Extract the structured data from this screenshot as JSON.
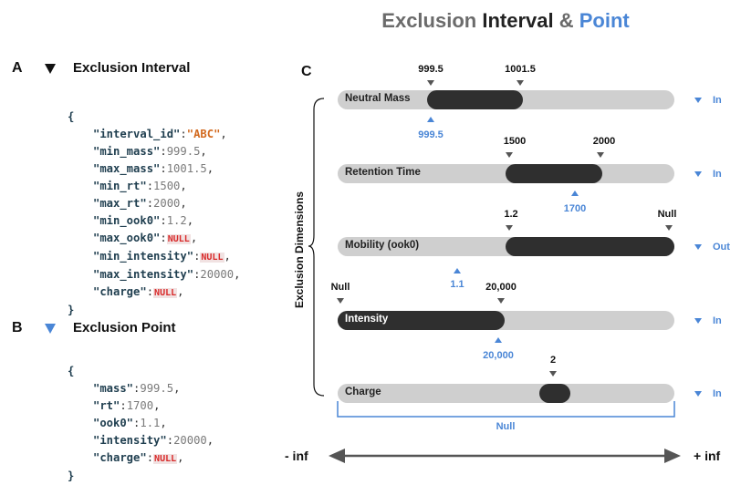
{
  "title": {
    "part1": "Exclusion ",
    "part2": "Interval",
    "part3": " & ",
    "part4": "Point"
  },
  "panel_a": {
    "letter": "A",
    "title": "Exclusion Interval",
    "open_brace": "{",
    "close_brace": "}",
    "lines": [
      {
        "key": "\"interval_id\"",
        "value": "\"ABC\"",
        "kind": "string"
      },
      {
        "key": "\"min_mass\"",
        "value": "999.5",
        "kind": "number"
      },
      {
        "key": "\"max_mass\"",
        "value": "1001.5",
        "kind": "number"
      },
      {
        "key": "\"min_rt\"",
        "value": "1500",
        "kind": "number"
      },
      {
        "key": "\"max_rt\"",
        "value": "2000",
        "kind": "number"
      },
      {
        "key": "\"min_ook0\"",
        "value": "1.2",
        "kind": "number"
      },
      {
        "key": "\"max_ook0\"",
        "value": "NULL",
        "kind": "null"
      },
      {
        "key": "\"min_intensity\"",
        "value": "NULL",
        "kind": "null"
      },
      {
        "key": "\"max_intensity\"",
        "value": "20000",
        "kind": "number"
      },
      {
        "key": "\"charge\"",
        "value": "NULL",
        "kind": "null"
      }
    ]
  },
  "panel_b": {
    "letter": "B",
    "title": "Exclusion Point",
    "open_brace": "{",
    "close_brace": "}",
    "lines": [
      {
        "key": "\"mass\"",
        "value": "999.5",
        "kind": "number"
      },
      {
        "key": "\"rt\"",
        "value": "1700",
        "kind": "number"
      },
      {
        "key": "\"ook0\"",
        "value": "1.1",
        "kind": "number"
      },
      {
        "key": "\"intensity\"",
        "value": "20000",
        "kind": "number"
      },
      {
        "key": "\"charge\"",
        "value": "NULL",
        "kind": "null"
      }
    ]
  },
  "panel_c": {
    "letter": "C",
    "axis_label": "Exclusion Dimensions",
    "left_inf": "- inf",
    "right_inf": "+ inf",
    "charge_null": "Null",
    "dimensions": [
      {
        "name": "Neutral Mass",
        "status": "In",
        "lower": "999.5",
        "upper": "1001.5",
        "point": "999.5"
      },
      {
        "name": "Retention Time",
        "status": "In",
        "lower": "1500",
        "upper": "2000",
        "point": "1700"
      },
      {
        "name": "Mobility (ook0)",
        "status": "Out",
        "lower": "1.2",
        "upper": "Null",
        "point": "1.1"
      },
      {
        "name": "Intensity",
        "status": "In",
        "lower": "Null",
        "upper": "20,000",
        "point": "20,000"
      },
      {
        "name": "Charge",
        "status": "In",
        "lower": "",
        "upper": "2",
        "point": ""
      }
    ]
  },
  "colors": {
    "accent": "#4a86d6",
    "bar": "#cfcfcf",
    "fill": "#2f2f2f",
    "string": "#d2691e",
    "null": "#d92b2b"
  }
}
